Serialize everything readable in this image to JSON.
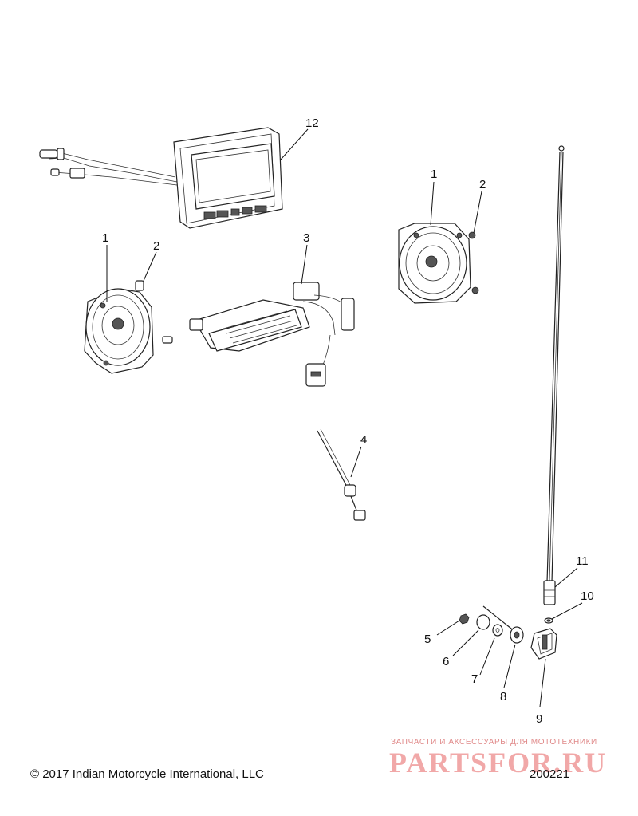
{
  "callouts": {
    "c1_left": "1",
    "c2_left": "2",
    "c3": "3",
    "c4": "4",
    "c12": "12",
    "c1_right": "1",
    "c2_right": "2",
    "c11": "11",
    "c10": "10",
    "c5": "5",
    "c6": "6",
    "c7": "7",
    "c8": "8",
    "c9": "9"
  },
  "footer": {
    "copyright": "© 2017 Indian Motorcycle International, LLC",
    "diagram_number": "200221"
  },
  "watermark": {
    "tagline": "ЗАПЧАСТИ И АКСЕССУАРЫ ДЛЯ МОТОТЕХНИКИ",
    "brand": "PARTSFOR.RU",
    "color": "#ef9a9a"
  }
}
